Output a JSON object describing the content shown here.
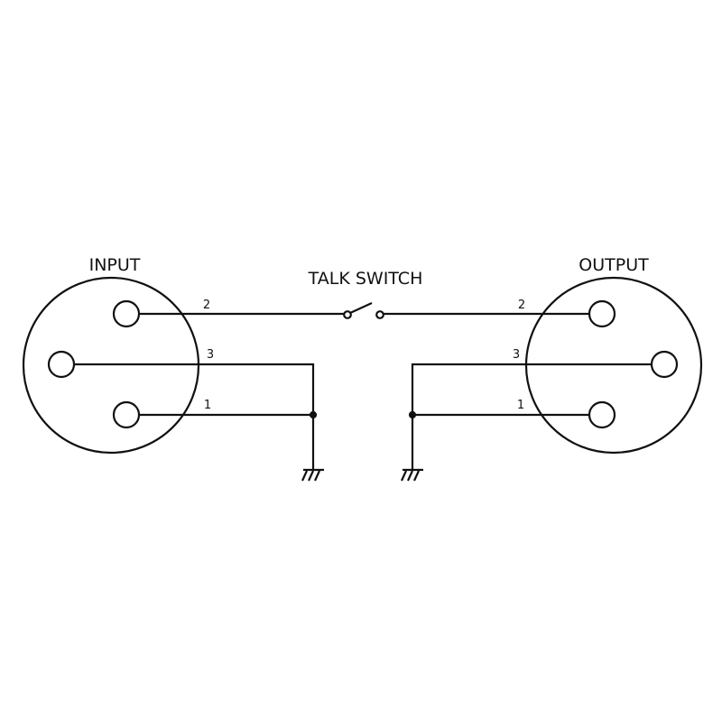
{
  "diagram": {
    "type": "wiring-schematic",
    "colors": {
      "stroke": "#111111",
      "background": "#ffffff"
    },
    "input_label": "INPUT",
    "output_label": "OUTPUT",
    "switch_label": "TALK SWITCH",
    "input_pins": [
      {
        "pin": "2",
        "label": "2",
        "connects_to": "talk-switch"
      },
      {
        "pin": "3",
        "label": "3",
        "connects_to": "ground"
      },
      {
        "pin": "1",
        "label": "1",
        "connects_to": "ground"
      }
    ],
    "output_pins": [
      {
        "pin": "2",
        "label": "2",
        "connects_to": "talk-switch"
      },
      {
        "pin": "3",
        "label": "3",
        "connects_to": "ground"
      },
      {
        "pin": "1",
        "label": "1",
        "connects_to": "ground"
      }
    ],
    "switch_state": "open",
    "grounds": [
      "input-ground",
      "output-ground"
    ]
  }
}
